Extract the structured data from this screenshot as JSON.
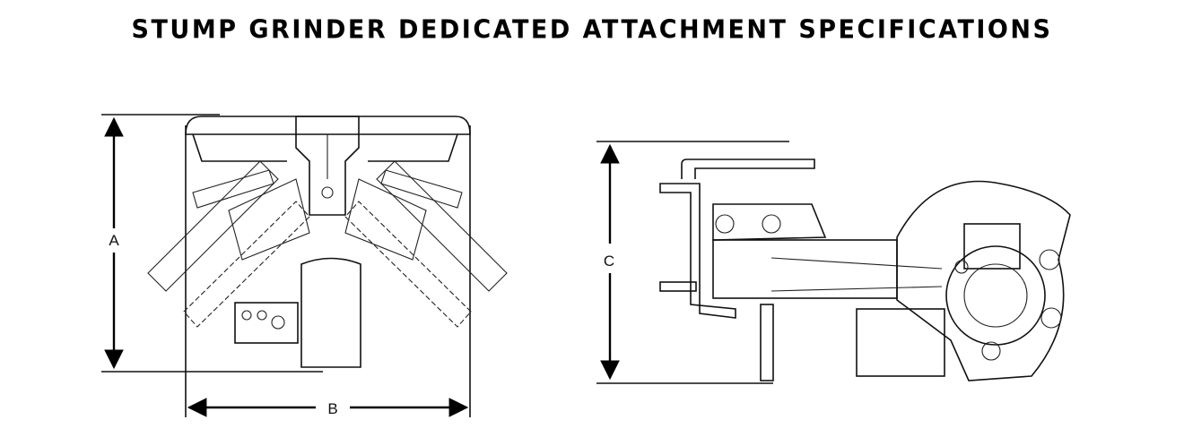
{
  "title": "STUMP GRINDER DEDICATED ATTACHMENT SPECIFICATIONS",
  "dimensions": {
    "a_label": "A",
    "b_label": "B",
    "c_label": "C"
  }
}
